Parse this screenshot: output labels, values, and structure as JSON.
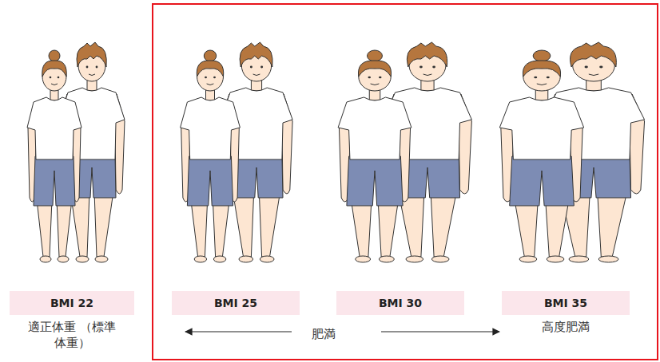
{
  "diagram": {
    "nodes": [
      {
        "text": [
          "BMI 22"
        ]
      },
      {
        "text": [
          "肥満"
        ]
      },
      {
        "text": [
          "BMI 25"
        ],
        "in": 1
      },
      {
        "text": [
          "BMI 30"
        ],
        "in": 1
      },
      {
        "text": [
          "BMI 35"
        ],
        "in": 1
      }
    ],
    "labels": [
      "適正体重 （標準体重）",
      "高度肥満"
    ]
  }
}
